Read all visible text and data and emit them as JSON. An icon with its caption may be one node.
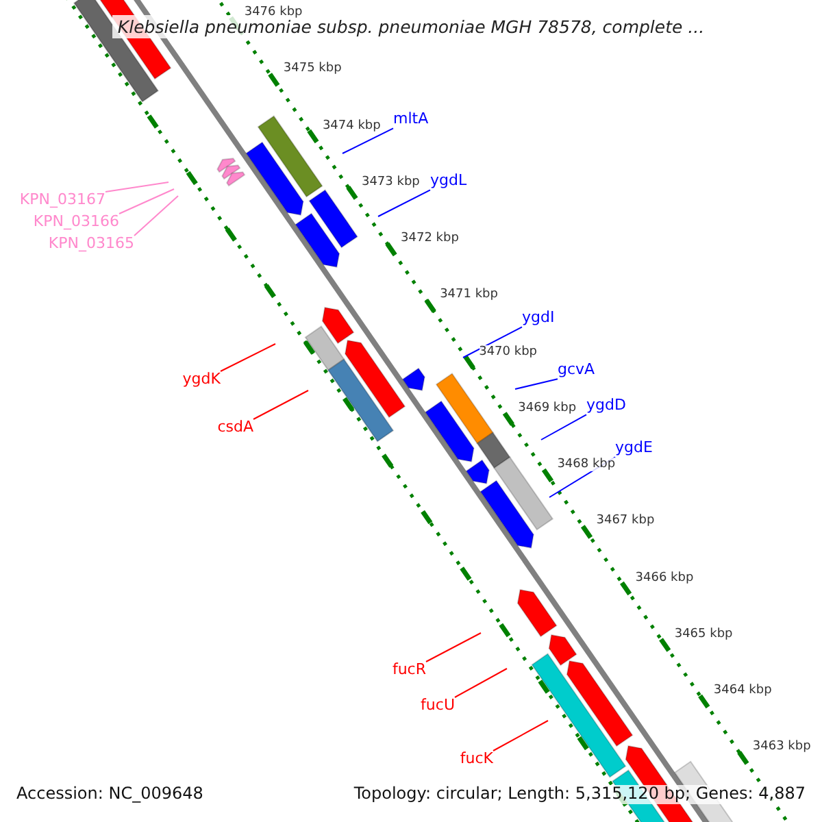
{
  "diagram": {
    "title": "Klebsiella pneumoniae subsp. pneumoniae MGH 78578, complete ...",
    "nodes": [
      {
        "text": [
          "mltA"
        ]
      },
      {
        "text": [
          "ygdL"
        ]
      },
      {
        "text": [
          "KPN_03167"
        ]
      },
      {
        "text": [
          "KPN_03166"
        ]
      },
      {
        "text": [
          "KPN_03165"
        ]
      },
      {
        "text": [
          "ygdI"
        ]
      },
      {
        "text": [
          "gcvA"
        ]
      },
      {
        "text": [
          "ygdK"
        ]
      },
      {
        "text": [
          "ygdD"
        ]
      },
      {
        "text": [
          "csdA"
        ]
      },
      {
        "text": [
          "ygdE"
        ]
      },
      {
        "text": [
          "fucR"
        ]
      },
      {
        "text": [
          "fucU"
        ]
      },
      {
        "text": [
          "fucK"
        ]
      }
    ],
    "edges": [
      {
        "from": 0,
        "to": null,
        "arrow": "none"
      },
      {
        "from": 1,
        "to": null,
        "arrow": "none"
      },
      {
        "from": 2,
        "to": null,
        "arrow": "none",
        "color": "#ff88cc"
      },
      {
        "from": 3,
        "to": null,
        "arrow": "none",
        "color": "#ff88cc"
      },
      {
        "from": 4,
        "to": null,
        "arrow": "none",
        "color": "#ff88cc"
      },
      {
        "from": 5,
        "to": null,
        "arrow": "none"
      },
      {
        "from": 6,
        "to": null,
        "arrow": "none"
      },
      {
        "from": 7,
        "to": null,
        "arrow": "none",
        "color": "#ff0000"
      },
      {
        "from": 8,
        "to": null,
        "arrow": "none"
      },
      {
        "from": 9,
        "to": null,
        "arrow": "none",
        "color": "#ff0000"
      },
      {
        "from": 10,
        "to": null,
        "arrow": "none"
      },
      {
        "from": 11,
        "to": null,
        "arrow": "none",
        "color": "#ff0000"
      },
      {
        "from": 12,
        "to": null,
        "arrow": "none",
        "color": "#ff0000"
      },
      {
        "from": 13,
        "to": null,
        "arrow": "none",
        "color": "#ff0000"
      }
    ],
    "labels": [
      "3476 kbp",
      "3475 kbp",
      "3474 kbp",
      "3473 kbp",
      "3472 kbp",
      "3471 kbp",
      "3470 kbp",
      "3469 kbp",
      "3468 kbp",
      "3467 kbp",
      "3466 kbp",
      "3465 kbp",
      "3464 kbp",
      "3463 kbp",
      "Accession: NC_009648",
      "Topology: circular; Length: 5,315,120 bp; Genes: 4,887"
    ]
  }
}
